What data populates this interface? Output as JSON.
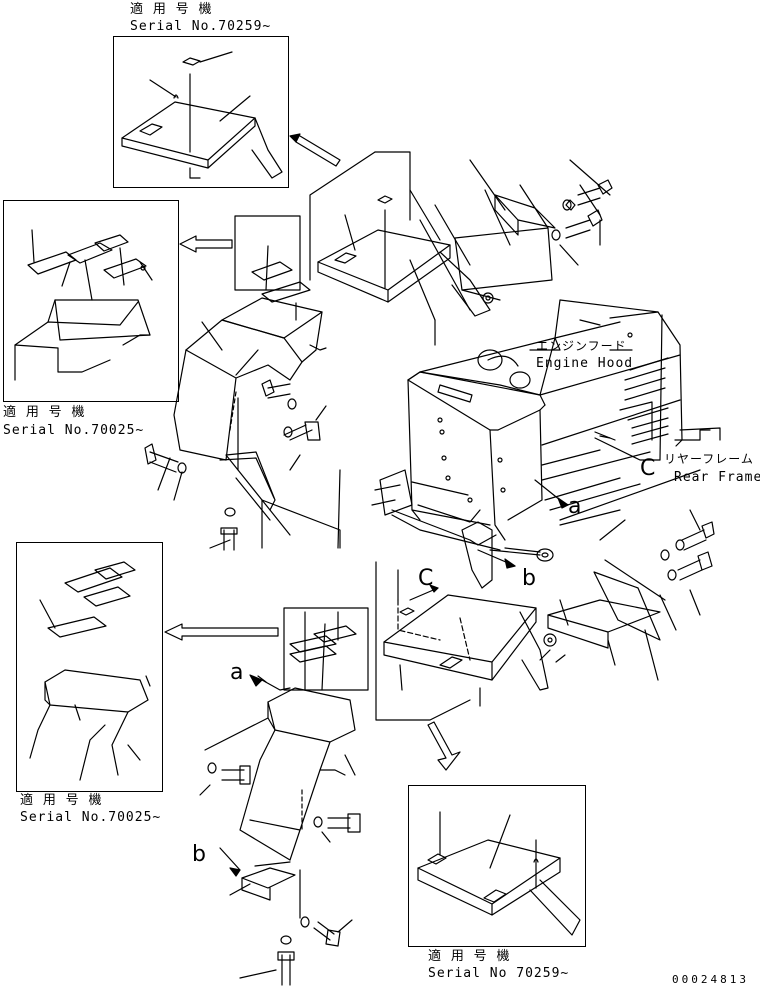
{
  "inset_top": {
    "applicable": "適 用 号 機",
    "serial": "Serial No.70259~"
  },
  "inset_left_upper": {
    "applicable": "適 用 号 機",
    "serial": "Serial No.70025~"
  },
  "inset_left_lower": {
    "applicable": "適 用 号 機",
    "serial": "Serial No.70025~"
  },
  "inset_bottom_right": {
    "applicable": "適 用 号 機",
    "serial": "Serial No 70259~"
  },
  "engine_hood": {
    "jp": "エンジンフード",
    "en": "Engine Hood"
  },
  "rear_frame": {
    "jp": "リヤーフレーム",
    "en": "Rear Frame"
  },
  "refs": {
    "a": "a",
    "b": "b",
    "c": "C"
  },
  "drawing_number": "00024813"
}
